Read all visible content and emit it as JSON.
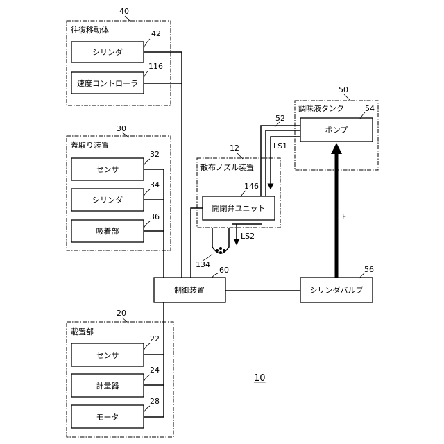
{
  "groups": {
    "reciprocating": {
      "name": "往復移動体",
      "ref": "40"
    },
    "lid_remover": {
      "name": "蓋取り装置",
      "ref": "30"
    },
    "mount": {
      "name": "載置部",
      "ref": "20"
    },
    "nozzle": {
      "name": "散布ノズル装置",
      "ref": "12"
    },
    "tank": {
      "name": "調味液タンク",
      "ref": "50"
    }
  },
  "blocks": {
    "cylinder_42": {
      "label": "シリンダ",
      "ref": "42"
    },
    "speed_ctrl": {
      "label": "速度コントローラ",
      "ref": "116"
    },
    "sensor_32": {
      "label": "センサ",
      "ref": "32"
    },
    "cylinder_34": {
      "label": "シリンダ",
      "ref": "34"
    },
    "suction": {
      "label": "吸着部",
      "ref": "36"
    },
    "sensor_22": {
      "label": "センサ",
      "ref": "22"
    },
    "scale": {
      "label": "計量器",
      "ref": "24"
    },
    "motor": {
      "label": "モータ",
      "ref": "28"
    },
    "valve_unit": {
      "label": "開閉弁ユニット",
      "ref": "146"
    },
    "pump": {
      "label": "ポンプ",
      "ref": "54"
    },
    "controller": {
      "label": "制御装置",
      "ref": "60"
    },
    "cyl_valve": {
      "label": "シリンダバルブ",
      "ref": "56"
    }
  },
  "other_labels": {
    "pipe": "52",
    "nozzle_tip": "134",
    "ls1": "LS1",
    "ls2": "LS2",
    "flow": "F",
    "figure": "10"
  }
}
